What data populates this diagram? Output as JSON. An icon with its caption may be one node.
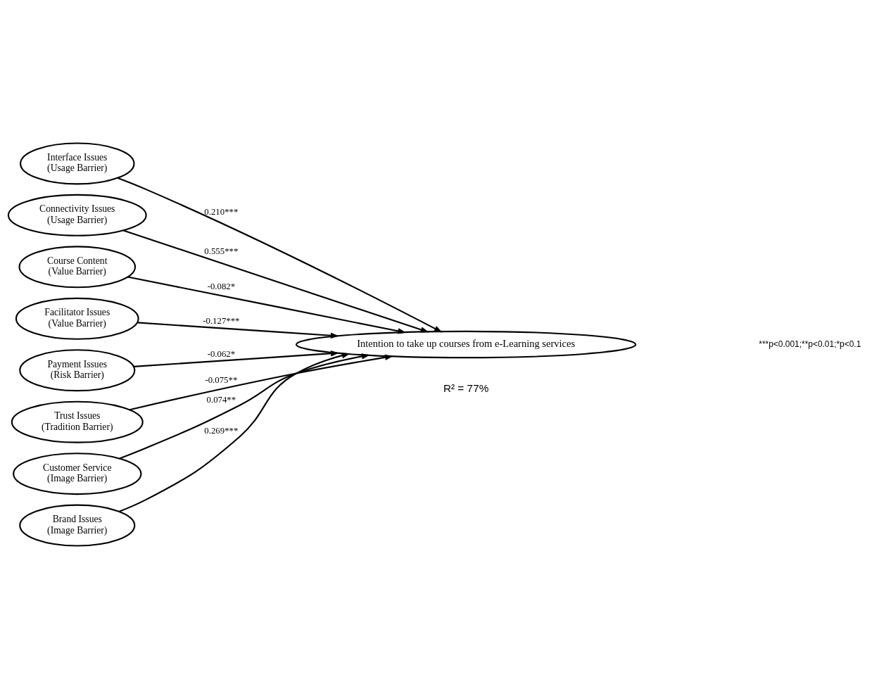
{
  "diagram": {
    "nodes": [
      {
        "text": [
          "Interface Issues",
          "(Usage Barrier)"
        ]
      },
      {
        "text": [
          "Connectivity Issues",
          "(Usage Barrier)"
        ]
      },
      {
        "text": [
          "Course Content",
          "(Value Barrier)"
        ]
      },
      {
        "text": [
          "Facilitator Issues",
          "(Value Barrier)"
        ]
      },
      {
        "text": [
          "Payment Issues",
          "(Risk Barrier)"
        ]
      },
      {
        "text": [
          "Trust Issues",
          "(Tradition Barrier)"
        ]
      },
      {
        "text": [
          "Customer Service",
          "(Image Barrier)"
        ]
      },
      {
        "text": [
          "Brand Issues",
          "(Image Barrier)"
        ]
      },
      {
        "text": [
          "Intention to take up courses from e-Learning services"
        ],
        "beside": [
          "R² = 77%"
        ]
      }
    ],
    "edges": [
      {
        "from": 0,
        "to": 8,
        "arrow": "to",
        "label": "0.210***"
      },
      {
        "from": 1,
        "to": 8,
        "arrow": "to",
        "label": "0.555***"
      },
      {
        "from": 2,
        "to": 8,
        "arrow": "to",
        "label": "-0.082*"
      },
      {
        "from": 3,
        "to": 8,
        "arrow": "to",
        "label": "-0.127***"
      },
      {
        "from": 4,
        "to": 8,
        "arrow": "to",
        "label": "-0.062*"
      },
      {
        "from": 5,
        "to": 8,
        "arrow": "to",
        "label": "-0.075**"
      },
      {
        "from": 6,
        "to": 8,
        "arrow": "to",
        "label": "0.074**"
      },
      {
        "from": 7,
        "to": 8,
        "arrow": "to",
        "label": "0.269***"
      }
    ],
    "labels": [
      "***p<0.001;**p<0.01;*p<0.1"
    ]
  }
}
